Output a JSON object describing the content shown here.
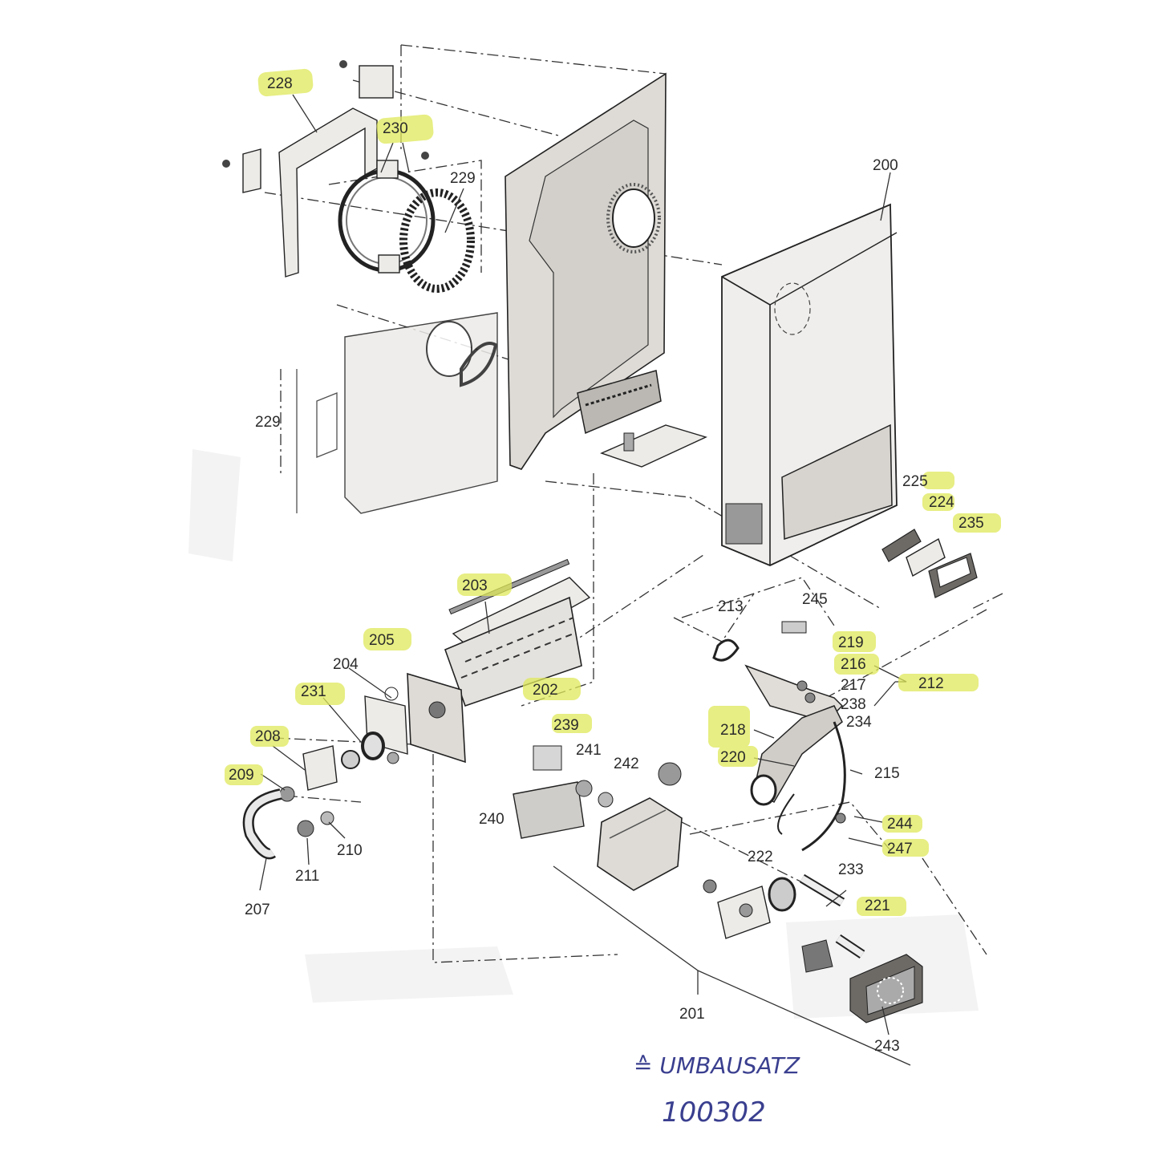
{
  "colors": {
    "highlight": "#dfe85a",
    "ink": "#2b2b2b",
    "pen": "#3a3f8f",
    "part_fill": "#dedbd6"
  },
  "labels": {
    "l200": "200",
    "l201": "201",
    "l202": "202",
    "l203": "203",
    "l204": "204",
    "l205": "205",
    "l207": "207",
    "l208": "208",
    "l209": "209",
    "l210": "210",
    "l211": "211",
    "l212": "212",
    "l213": "213",
    "l215": "215",
    "l216": "216",
    "l217": "217",
    "l218": "218",
    "l219": "219",
    "l220": "220",
    "l221": "221",
    "l222": "222",
    "l224": "224",
    "l225": "225",
    "l228": "228",
    "l229a": "229",
    "l229b": "229",
    "l230": "230",
    "l231": "231",
    "l233": "233",
    "l234": "234",
    "l235": "235",
    "l238": "238",
    "l239": "239",
    "l240": "240",
    "l241": "241",
    "l242": "242",
    "l243": "243",
    "l244": "244",
    "l245": "245",
    "l247": "247"
  },
  "handwriting": {
    "line1": "≙ UMBAUSATZ",
    "line2": "100302"
  }
}
